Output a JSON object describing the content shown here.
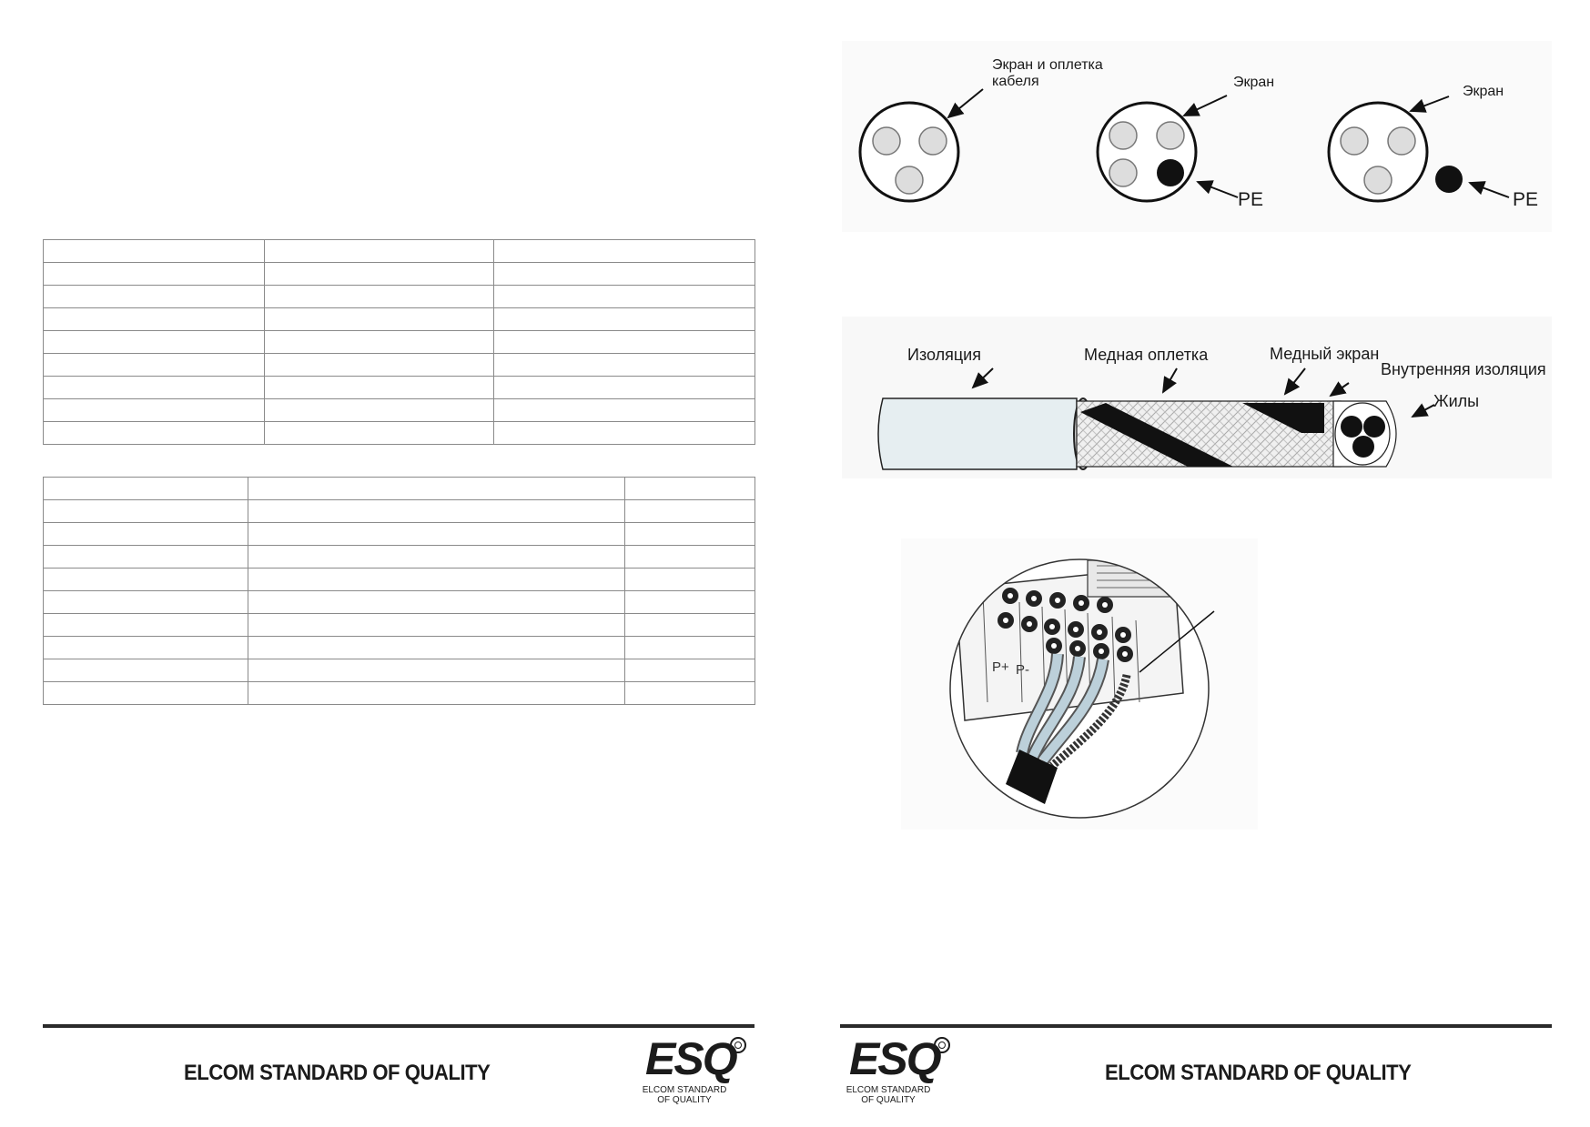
{
  "footer_left": {
    "text": "ELCOM STANDARD OF QUALITY"
  },
  "footer_right": {
    "text": "ELCOM STANDARD OF QUALITY"
  },
  "logo_left": {
    "mark": "ESQ",
    "sub_line1": "ELCOM STANDARD",
    "sub_line2": "OF QUALITY"
  },
  "logo_right": {
    "mark": "ESQ",
    "sub_line1": "ELCOM STANDARD",
    "sub_line2": "OF QUALITY"
  },
  "cable_sections": {
    "label_shield_braid_line1": "Экран и оплетка",
    "label_shield_braid_line2": "кабеля",
    "label_shield_2": "Экран",
    "label_pe_2": "PE",
    "label_shield_3": "Экран",
    "label_pe_3": "PE"
  },
  "cable_layers": {
    "insulation": "Изоляция",
    "copper_braid": "Медная оплетка",
    "copper_shield": "Медный экран",
    "inner_insulation": "Внутренняя изоляция",
    "cores": "Жилы"
  },
  "terminal_block": {
    "labels": [
      "P+",
      "P-"
    ]
  }
}
